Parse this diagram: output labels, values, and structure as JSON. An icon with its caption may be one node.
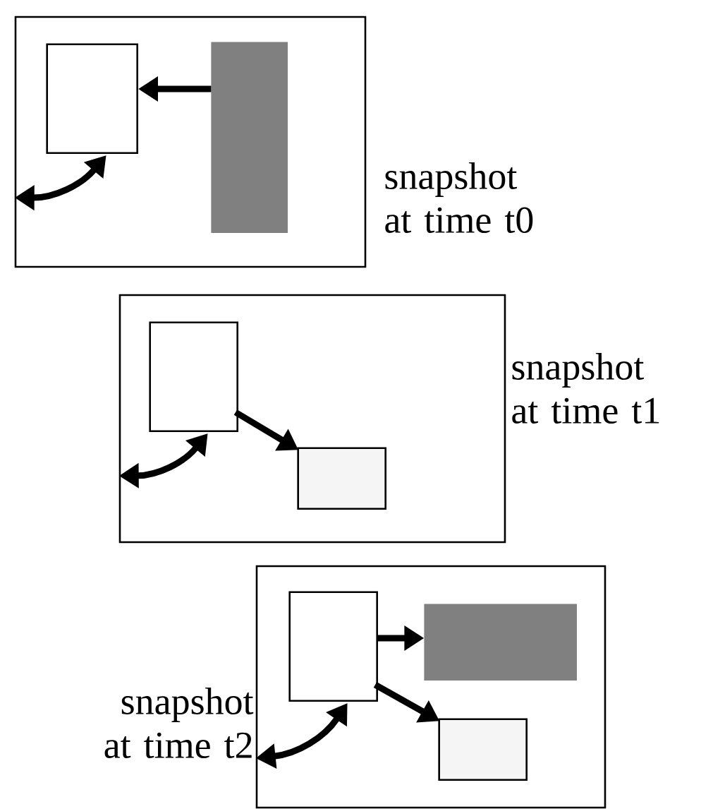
{
  "diagram": {
    "nodes": [
      {
        "text": [
          "snapshot at time t0"
        ]
      },
      {
        "text": [],
        "shape": "box",
        "in": 0
      },
      {
        "text": [],
        "shape": "box",
        "in": 0
      },
      {
        "text": [
          "snapshot at time t1"
        ]
      },
      {
        "text": [],
        "shape": "box",
        "in": 3
      },
      {
        "text": [],
        "shape": "box",
        "in": 3
      },
      {
        "text": [
          "snapshot at time t2"
        ]
      },
      {
        "text": [],
        "shape": "box",
        "in": 6
      },
      {
        "text": [],
        "shape": "box",
        "in": 6
      },
      {
        "text": [],
        "shape": "box",
        "in": 6
      }
    ],
    "edges": [
      {
        "from": 2,
        "to": 1,
        "arrow": "to"
      },
      {
        "from": 0,
        "to": 1,
        "arrow": "both"
      },
      {
        "from": 3,
        "to": 4,
        "arrow": "both"
      },
      {
        "from": 4,
        "to": 5,
        "arrow": "to"
      },
      {
        "from": 7,
        "to": 8,
        "arrow": "to"
      },
      {
        "from": 6,
        "to": 7,
        "arrow": "both"
      },
      {
        "from": 7,
        "to": 9,
        "arrow": "to"
      }
    ]
  }
}
